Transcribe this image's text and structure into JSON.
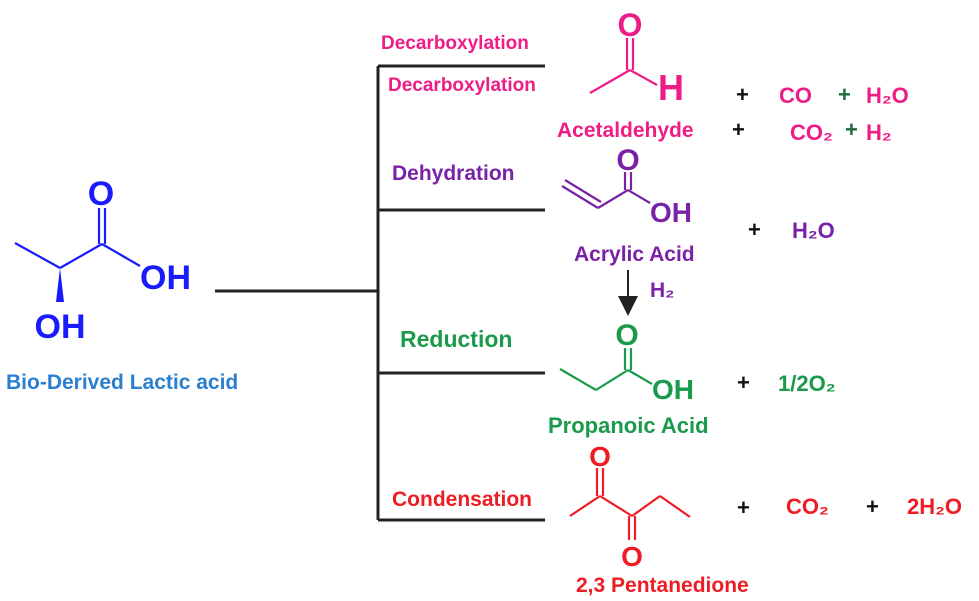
{
  "colors": {
    "lactic": "#1a1aff",
    "lactic_label": "#2a7fd0",
    "decarb": "#ee1c86",
    "dehyd": "#7a22a6",
    "reduct": "#1a9a4a",
    "condens": "#ee1c24",
    "lines": "#222222"
  },
  "lactic_acid": {
    "atom_o": "O",
    "atom_oh_acid": "OH",
    "atom_oh_alpha": "OH",
    "label": "Bio-Derived Lactic acid"
  },
  "pathways": {
    "decarboxylation_top": "Decarboxylation",
    "decarboxylation": "Decarboxylation",
    "dehydration": "Dehydration",
    "reduction": "Reduction",
    "condensation": "Condensation"
  },
  "acetaldehyde": {
    "atom_o": "O",
    "atom_h": "H",
    "name": "Acetaldehyde",
    "plus1": "+",
    "co": "CO",
    "plus2": "+",
    "h2o": "H₂O",
    "plus3": "+",
    "co2": "CO₂",
    "plus4": "+",
    "h2": "H₂"
  },
  "acrylic_acid": {
    "atom_o": "O",
    "atom_oh": "OH",
    "name": "Acrylic Acid",
    "plus": "+",
    "h2o": "H₂O",
    "arrow_label": "H₂"
  },
  "propanoic_acid": {
    "atom_o": "O",
    "atom_oh": "OH",
    "name": "Propanoic Acid",
    "plus": "+",
    "o2": "1/2O₂"
  },
  "pentanedione": {
    "atom_o1": "O",
    "atom_o2": "O",
    "name": "2,3 Pentanedione",
    "plus1": "+",
    "co2": "CO₂",
    "plus2": "+",
    "h2o": "2H₂O"
  }
}
